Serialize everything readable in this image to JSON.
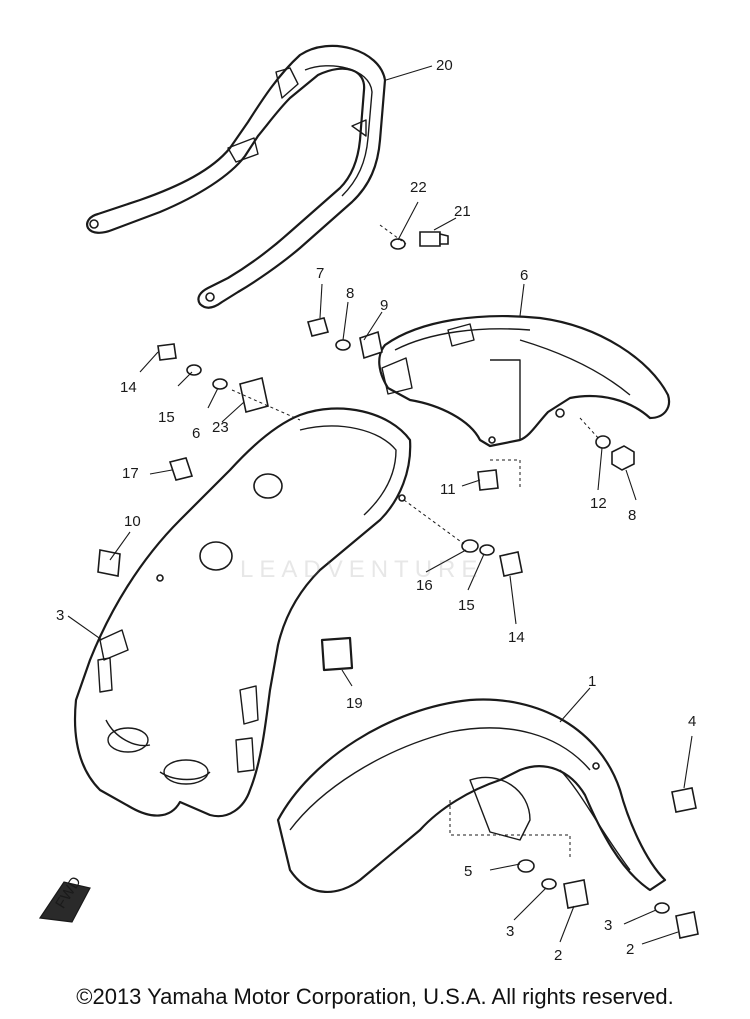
{
  "watermark": "LEADVENTURE",
  "copyright": "©2013 Yamaha Motor Corporation, U.S.A. All rights reserved.",
  "fwd_mark": "FWD",
  "colors": {
    "ink": "#1a1a1a",
    "paper": "#ffffff"
  },
  "callouts": [
    {
      "id": "c20",
      "text": "20"
    },
    {
      "id": "c22",
      "text": "22"
    },
    {
      "id": "c21",
      "text": "21"
    },
    {
      "id": "c7",
      "text": "7"
    },
    {
      "id": "c8a",
      "text": "8"
    },
    {
      "id": "c9",
      "text": "9"
    },
    {
      "id": "c6a",
      "text": "6"
    },
    {
      "id": "c14a",
      "text": "14"
    },
    {
      "id": "c15a",
      "text": "15"
    },
    {
      "id": "c6b",
      "text": "6"
    },
    {
      "id": "c23",
      "text": "23"
    },
    {
      "id": "c17",
      "text": "17"
    },
    {
      "id": "c10",
      "text": "10"
    },
    {
      "id": "c11",
      "text": "11"
    },
    {
      "id": "c12",
      "text": "12"
    },
    {
      "id": "c8b",
      "text": "8"
    },
    {
      "id": "c16",
      "text": "16"
    },
    {
      "id": "c15b",
      "text": "15"
    },
    {
      "id": "c14b",
      "text": "14"
    },
    {
      "id": "c3a",
      "text": "3"
    },
    {
      "id": "c19",
      "text": "19"
    },
    {
      "id": "c1",
      "text": "1"
    },
    {
      "id": "c4",
      "text": "4"
    },
    {
      "id": "c5",
      "text": "5"
    },
    {
      "id": "c3b",
      "text": "3"
    },
    {
      "id": "c2a",
      "text": "2"
    },
    {
      "id": "c3c",
      "text": "3"
    },
    {
      "id": "c2b",
      "text": "2"
    }
  ]
}
